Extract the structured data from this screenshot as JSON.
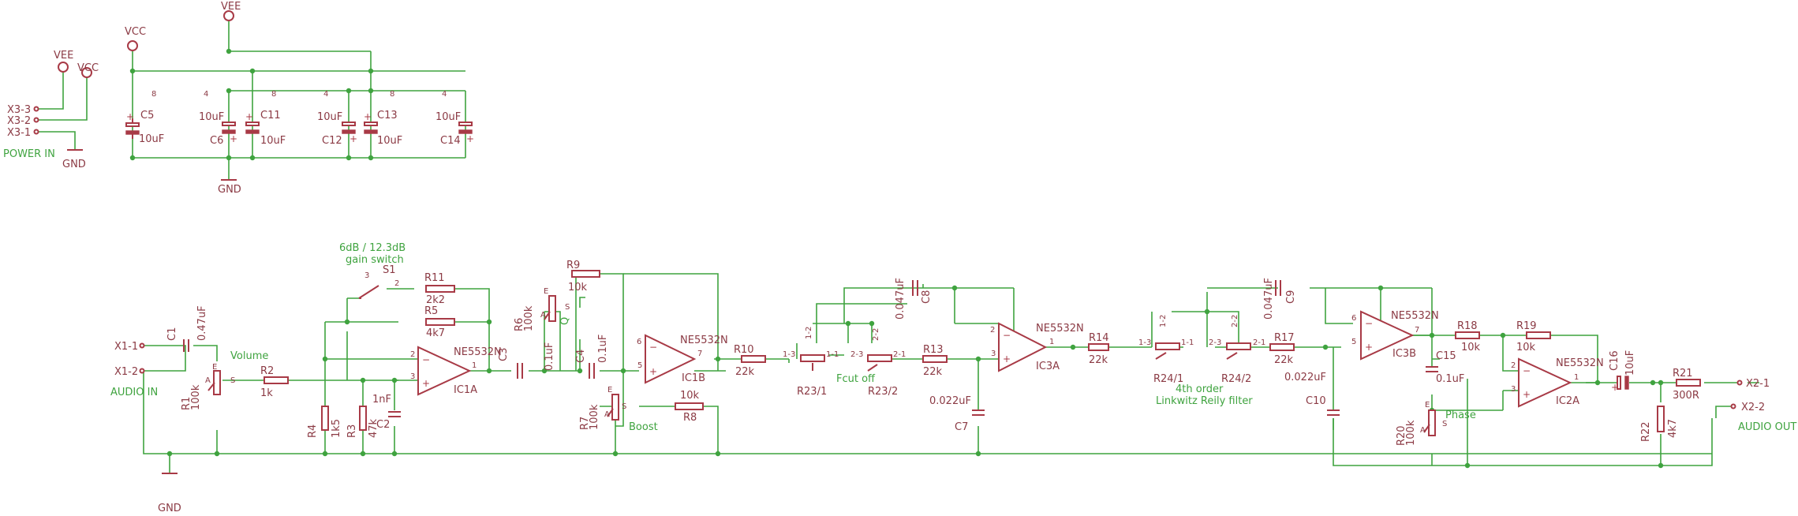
{
  "power": {
    "vcc": "VCC",
    "vee": "VEE",
    "gnd": "GND",
    "connector_pins": [
      "X3-3",
      "X3-2",
      "X3-1"
    ],
    "label": "POWER IN",
    "pin_vcc": "8",
    "pin_vee": "4",
    "caps": [
      {
        "name": "C5",
        "value": "10uF"
      },
      {
        "name": "C6",
        "value": "10uF"
      },
      {
        "name": "C11",
        "value": "10uF"
      },
      {
        "name": "C12",
        "value": "10uF"
      },
      {
        "name": "C13",
        "value": "10uF"
      },
      {
        "name": "C14",
        "value": "10uF"
      }
    ]
  },
  "audio_in": {
    "pins": [
      "X1-1",
      "X1-2"
    ],
    "label": "AUDIO IN"
  },
  "audio_out": {
    "pins": [
      "X2-1",
      "X2-2"
    ],
    "label": "AUDIO OUT"
  },
  "gnd": "GND",
  "components": {
    "C1": {
      "name": "C1",
      "value": "0.47uF"
    },
    "R1": {
      "name": "R1",
      "value": "100k",
      "label": "Volume"
    },
    "R2": {
      "name": "R2",
      "value": "1k"
    },
    "R3": {
      "name": "R3",
      "value": "47k"
    },
    "R4": {
      "name": "R4",
      "value": "1k5"
    },
    "C2": {
      "name": "C2",
      "value": "1nF"
    },
    "R5": {
      "name": "R5",
      "value": "4k7"
    },
    "R11": {
      "name": "R11",
      "value": "2k2"
    },
    "S1": {
      "name": "S1",
      "label1": "6dB / 12.3dB",
      "label2": "gain switch",
      "pin3": "3",
      "pin2": "2"
    },
    "IC1A": {
      "name": "IC1A",
      "part": "NE5532N"
    },
    "C3": {
      "name": "C3",
      "value": "0.1uF"
    },
    "R6": {
      "name": "R6",
      "value": "100k",
      "label": "Q"
    },
    "R9": {
      "name": "R9",
      "value": "10k"
    },
    "C4": {
      "name": "C4",
      "value": "0.1uF"
    },
    "R7": {
      "name": "R7",
      "value": "100k",
      "label": "Boost"
    },
    "R8": {
      "name": "R8",
      "value": "10k"
    },
    "IC1B": {
      "name": "IC1B",
      "part": "NE5532N"
    },
    "R10": {
      "name": "R10",
      "value": "22k"
    },
    "R23_1": {
      "name": "R23/1"
    },
    "R23_2": {
      "name": "R23/2"
    },
    "fcut": "Fcut off",
    "C8": {
      "name": "C8",
      "value": "0.047uF"
    },
    "R13": {
      "name": "R13",
      "value": "22k"
    },
    "C7": {
      "name": "C7",
      "value": "0.022uF"
    },
    "IC3A": {
      "name": "IC3A",
      "part": "NE5532N"
    },
    "R14": {
      "name": "R14",
      "value": "22k"
    },
    "R24_1": {
      "name": "R24/1"
    },
    "R24_2": {
      "name": "R24/2"
    },
    "filter1": "4th order",
    "filter2": "Linkwitz Reily filter",
    "C9": {
      "name": "C9",
      "value": "0.047uF"
    },
    "R17": {
      "name": "R17",
      "value": "22k"
    },
    "C10": {
      "name": "C10",
      "value": "0.022uF"
    },
    "IC3B": {
      "name": "IC3B",
      "part": "NE5532N"
    },
    "C15": {
      "name": "C15",
      "value": "0.1uF"
    },
    "R18": {
      "name": "R18",
      "value": "10k"
    },
    "R19": {
      "name": "R19",
      "value": "10k"
    },
    "R20": {
      "name": "R20",
      "value": "100k",
      "label": "Phase"
    },
    "IC2A": {
      "name": "IC2A",
      "part": "NE5532N"
    },
    "C16": {
      "name": "C16",
      "value": "10uF"
    },
    "R21": {
      "name": "R21",
      "value": "300R"
    },
    "R22": {
      "name": "R22",
      "value": "4k7"
    }
  },
  "pin": {
    "one": "1",
    "two": "2",
    "three": "3",
    "five": "5",
    "six": "6",
    "seven": "7",
    "a": "A",
    "e": "E",
    "s": "S",
    "p11": "1-1",
    "p12": "1-2",
    "p13": "1-3",
    "p21": "2-1",
    "p22": "2-2",
    "p23": "2-3"
  }
}
